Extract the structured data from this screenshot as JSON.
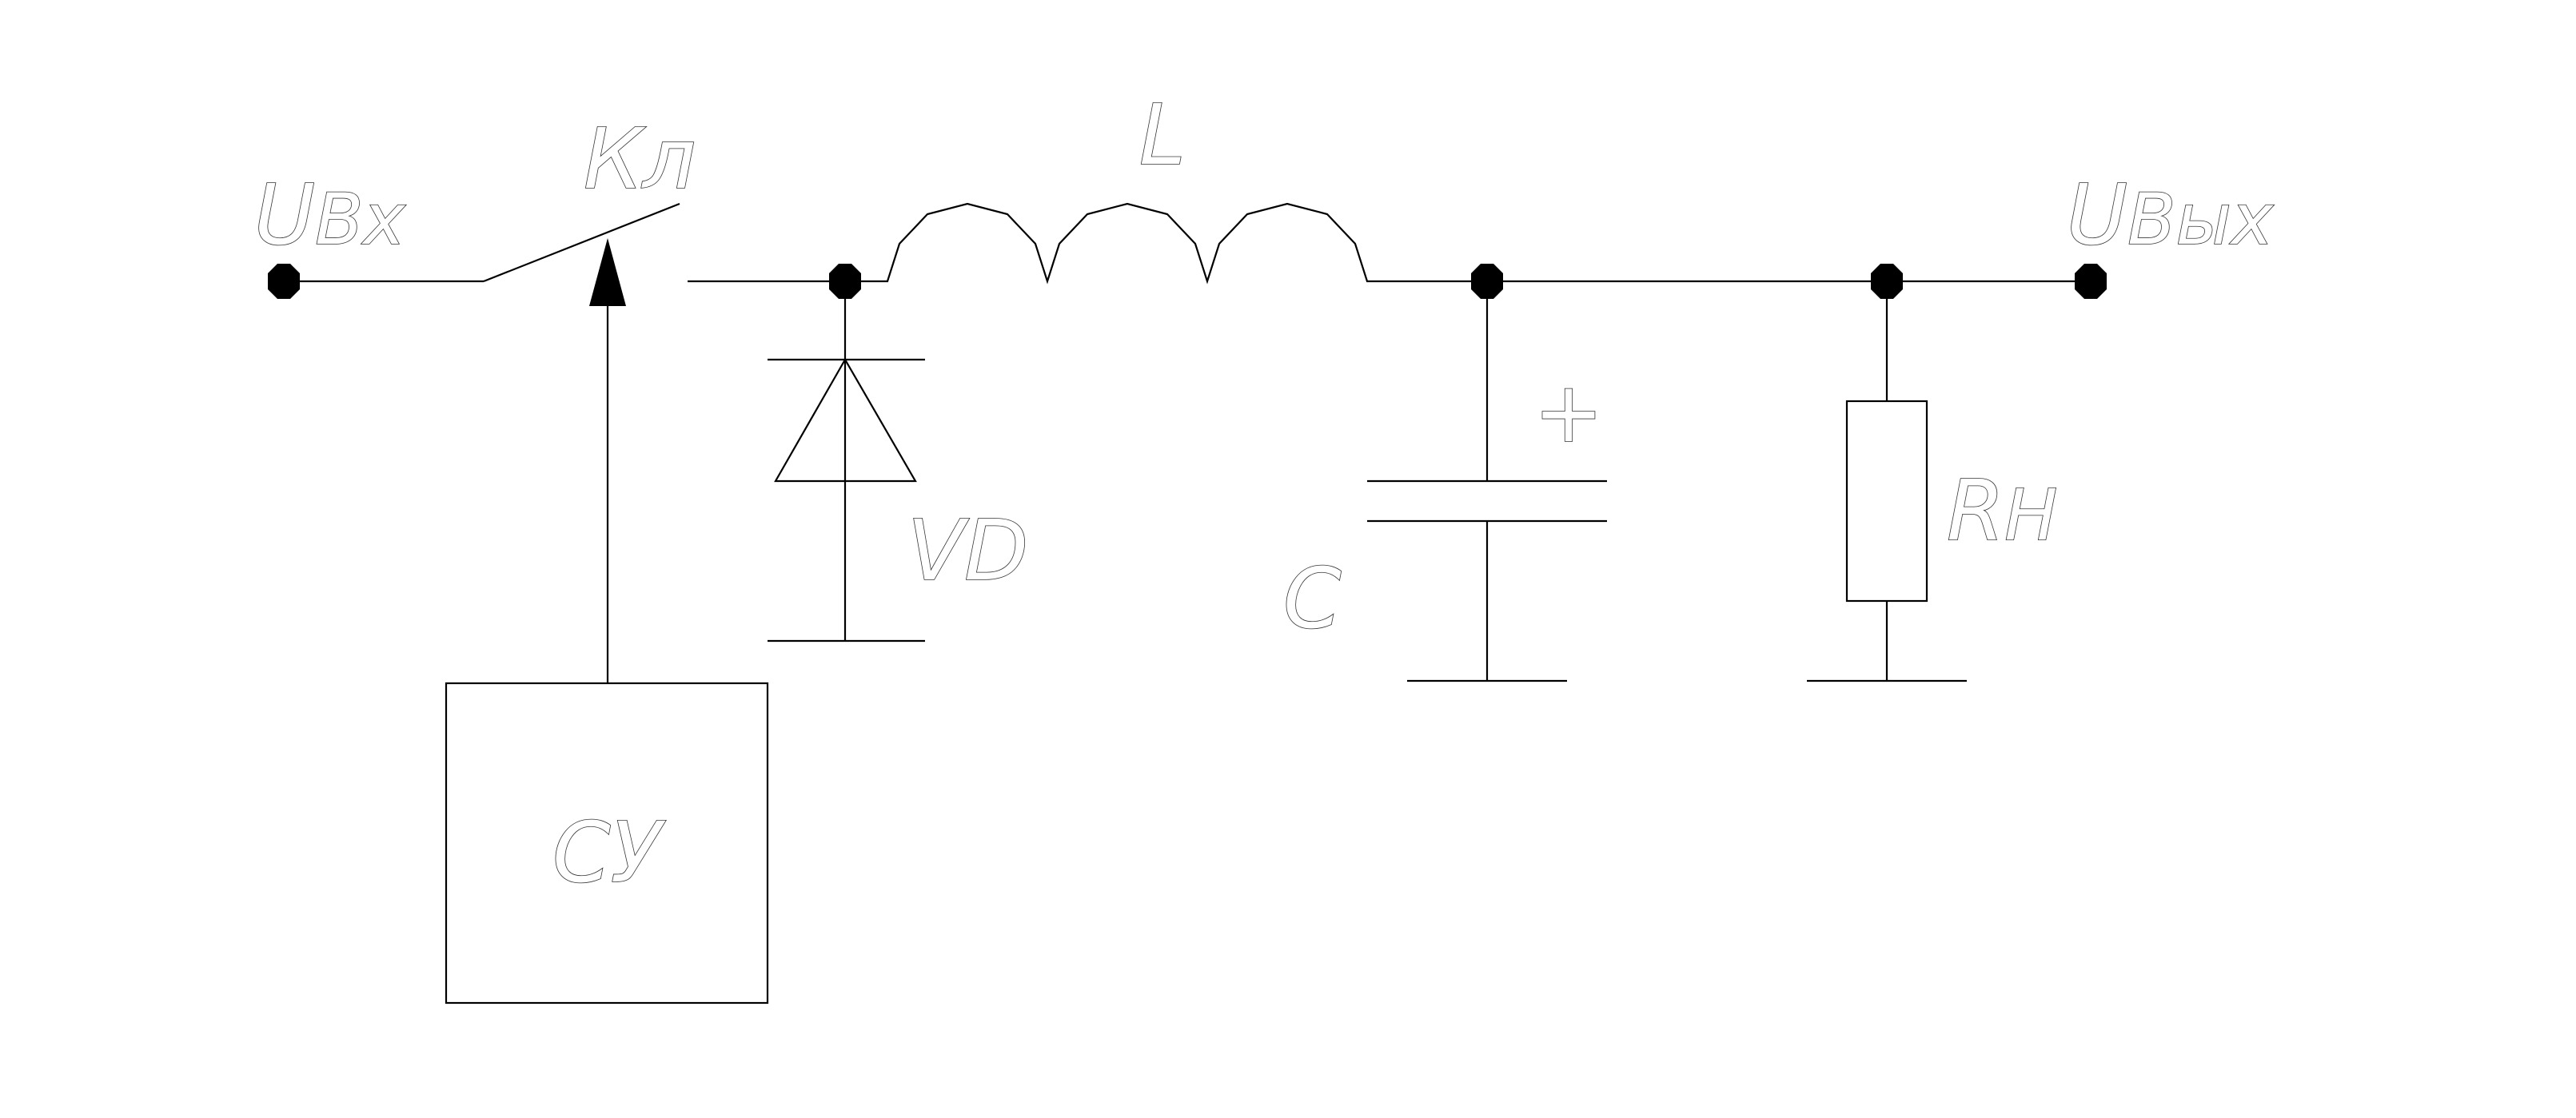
{
  "diagram": {
    "type": "circuit-schematic",
    "colors": {
      "line": "#000000",
      "background": "#ffffff",
      "label": "#333333"
    },
    "labels": {
      "input_main": "U",
      "input_sub": "Вх",
      "output_main": "U",
      "output_sub": "Вых",
      "switch": "Кл",
      "inductor": "L",
      "diode": "VD",
      "capacitor": "C",
      "capacitor_polarity": "+",
      "load_main": "R",
      "load_sub": "Н",
      "control_unit": "СУ"
    },
    "components": [
      {
        "ref": "switch",
        "kind": "switch",
        "icon": "switch-symbol"
      },
      {
        "ref": "inductor",
        "kind": "inductor",
        "icon": "inductor-coil-symbol"
      },
      {
        "ref": "diode",
        "kind": "diode",
        "icon": "diode-symbol"
      },
      {
        "ref": "capacitor",
        "kind": "polarized-capacitor",
        "icon": "capacitor-symbol"
      },
      {
        "ref": "load",
        "kind": "resistor",
        "icon": "resistor-symbol"
      },
      {
        "ref": "control_unit",
        "kind": "block",
        "icon": "control-block"
      }
    ]
  }
}
